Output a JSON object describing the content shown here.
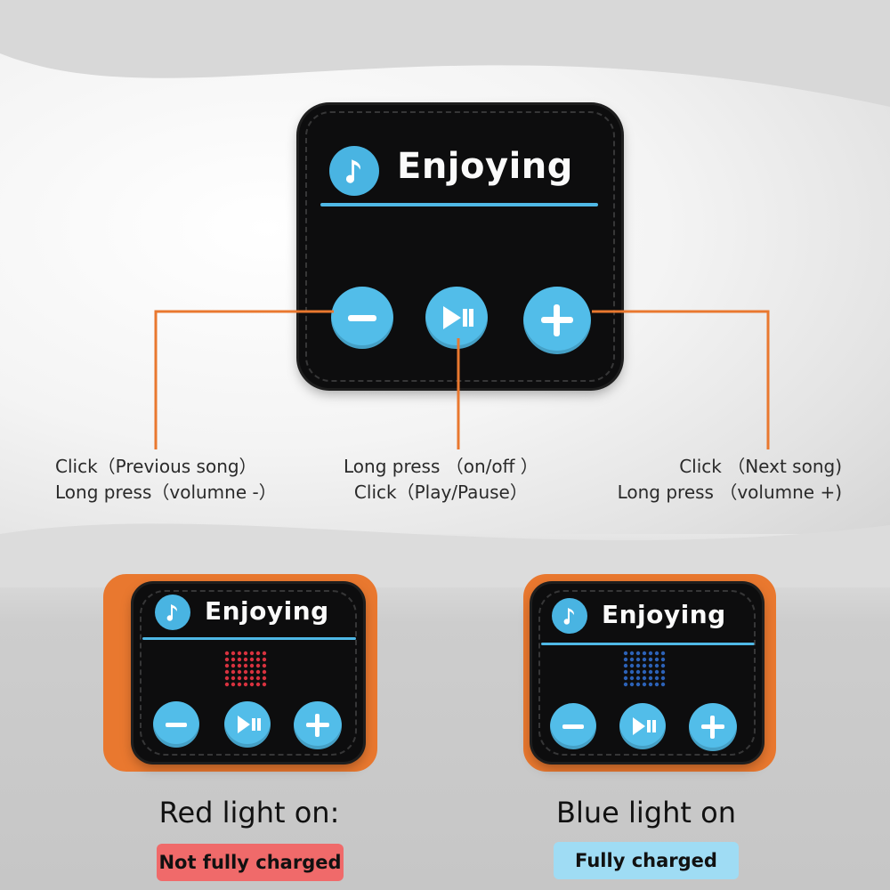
{
  "patch_title": "Enjoying",
  "callouts": {
    "left": {
      "line1": "Click（Previous song）",
      "line2": "Long press（volumne -）"
    },
    "center": {
      "line1": "Long press （on/off ）",
      "line2": "Click（Play/Pause）"
    },
    "right": {
      "line1": "Click （Next song)",
      "line2": "Long press （volumne +)"
    }
  },
  "states": {
    "red": {
      "caption": "Red light on:",
      "badge": "Not fully charged",
      "badge_color": "#f06a6a",
      "led_color": "#d8323f"
    },
    "blue": {
      "caption": "Blue light on",
      "badge": "Fully charged",
      "badge_color": "#9fdcf4",
      "led_color": "#2c62b8"
    }
  },
  "colors": {
    "accent": "#e9782f",
    "button": "#52bde9",
    "patch": "#0d0d0e"
  },
  "icons": [
    "music-note-icon",
    "minus-icon",
    "play-pause-icon",
    "plus-icon"
  ]
}
